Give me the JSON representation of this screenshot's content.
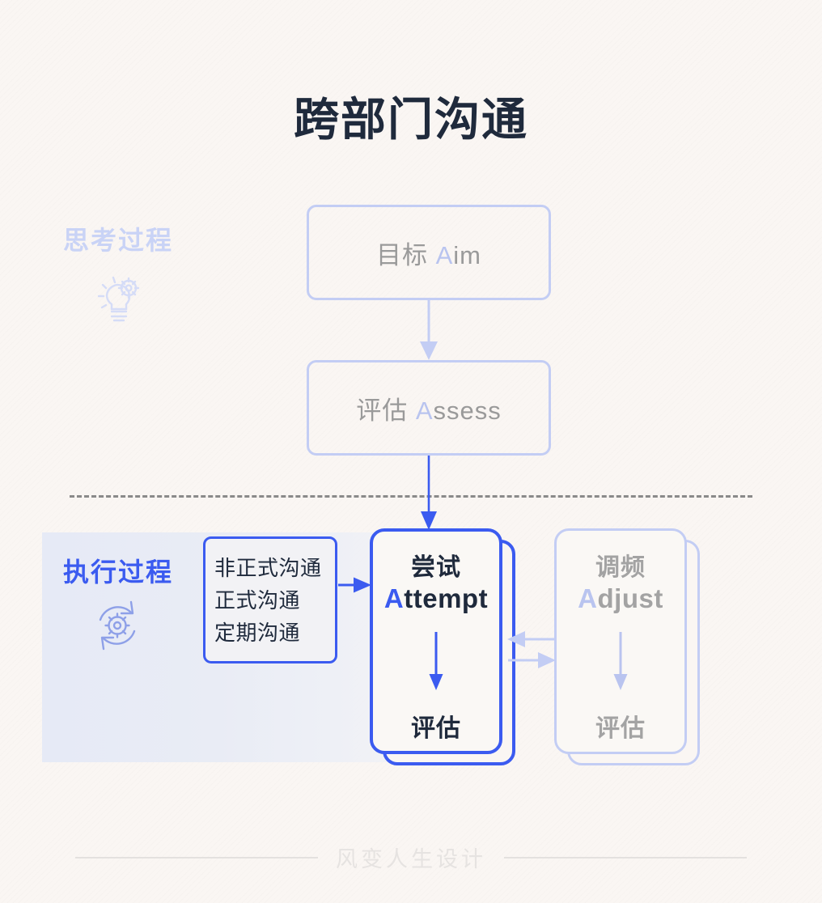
{
  "page": {
    "title": "跨部门沟通",
    "background_color": "#faf6f3",
    "accent_color": "#3b5bf0",
    "accent_pale_color": "#c3cdf4",
    "text_dark_color": "#1f2a3c",
    "text_muted_color": "#9a9a9a"
  },
  "phases": {
    "thinking": {
      "label": "思考过程",
      "icon": "lightbulb-gear-icon",
      "color": "#c9d3f6"
    },
    "execution": {
      "label": "执行过程",
      "icon": "gear-refresh-icon",
      "color": "#3b5bf0"
    }
  },
  "thinking_boxes": [
    {
      "cn": "目标",
      "en": "Aim",
      "en_first": "A",
      "en_rest": "im"
    },
    {
      "cn": "评估",
      "en": "Assess",
      "en_first": "A",
      "en_rest": "ssess"
    }
  ],
  "communication_list": {
    "items": [
      "非正式沟通",
      "正式沟通",
      "定期沟通"
    ]
  },
  "cards": [
    {
      "cn": "尝试",
      "en": "Attempt",
      "en_first": "A",
      "en_rest": "ttempt",
      "eval": "评估",
      "state": "active",
      "arrow": "arrow-down-icon"
    },
    {
      "cn": "调频",
      "en": "Adjust",
      "en_first": "A",
      "en_rest": "djust",
      "eval": "评估",
      "state": "inactive",
      "arrow": "arrow-down-icon"
    }
  ],
  "connectors": [
    {
      "name": "aim-to-assess",
      "direction": "down",
      "style": "pale"
    },
    {
      "name": "assess-to-attempt",
      "direction": "down",
      "style": "accent"
    },
    {
      "name": "list-to-attempt",
      "direction": "right",
      "style": "accent"
    },
    {
      "name": "adjust-to-attempt",
      "direction": "left",
      "style": "pale"
    },
    {
      "name": "attempt-to-adjust",
      "direction": "right",
      "style": "pale"
    }
  ],
  "divider": {
    "name": "phase-divider",
    "style": "dashed",
    "color": "#8a8a8a"
  },
  "footer": {
    "text": "风变人生设计"
  }
}
